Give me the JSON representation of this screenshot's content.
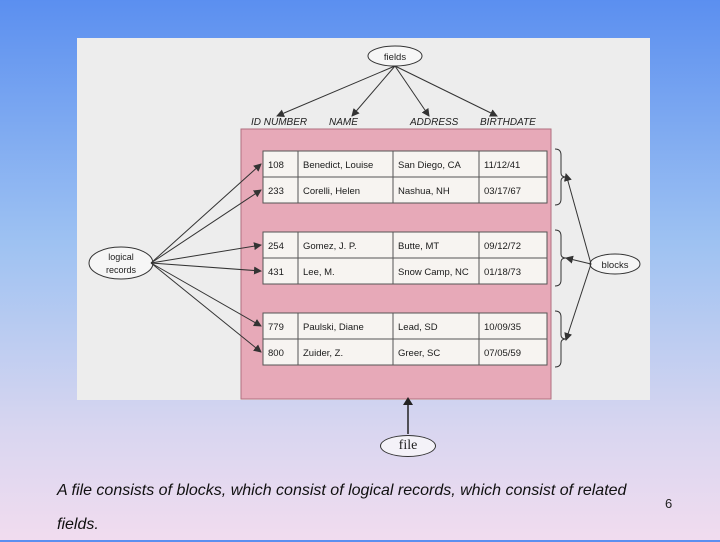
{
  "diagram": {
    "fields_label": "fields",
    "logical_records_label": [
      "logical",
      "records"
    ],
    "blocks_label": "blocks",
    "headers": [
      "ID NUMBER",
      "NAME",
      "ADDRESS",
      "BIRTHDATE"
    ],
    "blocks": [
      [
        [
          "108",
          "Benedict, Louise",
          "San Diego, CA",
          "11/12/41"
        ],
        [
          "233",
          "Corelli, Helen",
          "Nashua, NH",
          "03/17/67"
        ]
      ],
      [
        [
          "254",
          "Gomez, J. P.",
          "Butte, MT",
          "09/12/72"
        ],
        [
          "431",
          "Lee, M.",
          "Snow Camp, NC",
          "01/18/73"
        ]
      ],
      [
        [
          "779",
          "Paulski, Diane",
          "Lead, SD",
          "10/09/35"
        ],
        [
          "800",
          "Zuider, Z.",
          "Greer, SC",
          "07/05/59"
        ]
      ]
    ],
    "file_label": "file"
  },
  "caption": "A file consists of blocks, which consist of logical records, which consist of related fields.",
  "page_number": "6"
}
